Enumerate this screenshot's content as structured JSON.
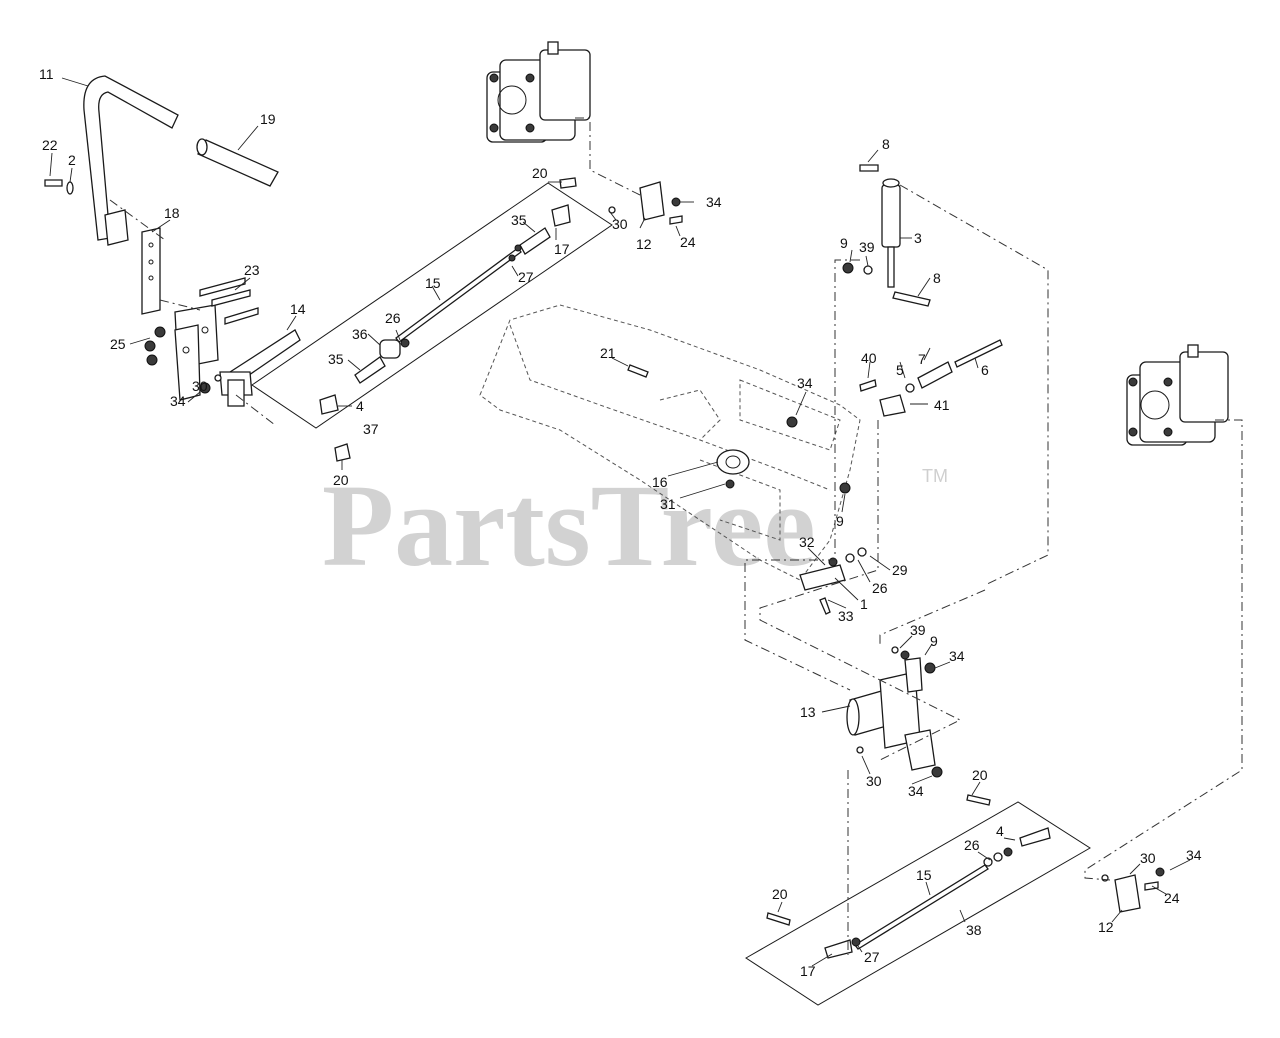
{
  "watermark": {
    "brand": "PartsTree",
    "trademark": "TM"
  },
  "callouts": [
    {
      "id": "c-11a",
      "text": "11"
    },
    {
      "id": "c-19",
      "text": "19"
    },
    {
      "id": "c-22",
      "text": "22"
    },
    {
      "id": "c-2",
      "text": "2"
    },
    {
      "id": "c-18",
      "text": "18"
    },
    {
      "id": "c-23",
      "text": "23"
    },
    {
      "id": "c-14",
      "text": "14"
    },
    {
      "id": "c-25",
      "text": "25"
    },
    {
      "id": "c-34a",
      "text": "34"
    },
    {
      "id": "c-30a",
      "text": "30"
    },
    {
      "id": "c-20a",
      "text": "20"
    },
    {
      "id": "c-30b",
      "text": "30"
    },
    {
      "id": "c-34b",
      "text": "34"
    },
    {
      "id": "c-12a",
      "text": "12"
    },
    {
      "id": "c-24a",
      "text": "24"
    },
    {
      "id": "c-35a",
      "text": "35"
    },
    {
      "id": "c-17a",
      "text": "17"
    },
    {
      "id": "c-27a",
      "text": "27"
    },
    {
      "id": "c-15a",
      "text": "15"
    },
    {
      "id": "c-26a",
      "text": "26"
    },
    {
      "id": "c-36",
      "text": "36"
    },
    {
      "id": "c-35b",
      "text": "35"
    },
    {
      "id": "c-4a",
      "text": "4"
    },
    {
      "id": "c-37",
      "text": "37"
    },
    {
      "id": "c-20b",
      "text": "20"
    },
    {
      "id": "c-8a",
      "text": "8"
    },
    {
      "id": "c-3",
      "text": "3"
    },
    {
      "id": "c-9a",
      "text": "9"
    },
    {
      "id": "c-39a",
      "text": "39"
    },
    {
      "id": "c-8b",
      "text": "8"
    },
    {
      "id": "c-21",
      "text": "21"
    },
    {
      "id": "c-40",
      "text": "40"
    },
    {
      "id": "c-5",
      "text": "5"
    },
    {
      "id": "c-7",
      "text": "7"
    },
    {
      "id": "c-6",
      "text": "6"
    },
    {
      "id": "c-34c",
      "text": "34"
    },
    {
      "id": "c-41",
      "text": "41"
    },
    {
      "id": "c-16",
      "text": "16"
    },
    {
      "id": "c-31",
      "text": "31"
    },
    {
      "id": "c-9b",
      "text": "9"
    },
    {
      "id": "c-32",
      "text": "32"
    },
    {
      "id": "c-26b",
      "text": "26"
    },
    {
      "id": "c-29",
      "text": "29"
    },
    {
      "id": "c-1",
      "text": "1"
    },
    {
      "id": "c-33",
      "text": "33"
    },
    {
      "id": "c-39b",
      "text": "39"
    },
    {
      "id": "c-9c",
      "text": "9"
    },
    {
      "id": "c-34d",
      "text": "34"
    },
    {
      "id": "c-13",
      "text": "13"
    },
    {
      "id": "c-30c",
      "text": "30"
    },
    {
      "id": "c-34e",
      "text": "34"
    },
    {
      "id": "c-20c",
      "text": "20"
    },
    {
      "id": "c-4b",
      "text": "4"
    },
    {
      "id": "c-26c",
      "text": "26"
    },
    {
      "id": "c-15b",
      "text": "15"
    },
    {
      "id": "c-30d",
      "text": "30"
    },
    {
      "id": "c-34f",
      "text": "34"
    },
    {
      "id": "c-24b",
      "text": "24"
    },
    {
      "id": "c-12b",
      "text": "12"
    },
    {
      "id": "c-20d",
      "text": "20"
    },
    {
      "id": "c-38",
      "text": "38"
    },
    {
      "id": "c-17b",
      "text": "17"
    },
    {
      "id": "c-27b",
      "text": "27"
    }
  ]
}
